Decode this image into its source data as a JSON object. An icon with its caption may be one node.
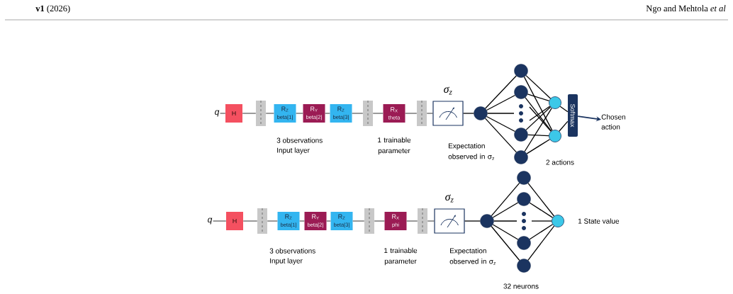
{
  "diagram": {
    "nodes": [
      {
        "text": [
          "q"
        ]
      },
      {
        "text": [
          "H"
        ]
      },
      {
        "text": [],
        "shape": "bar"
      },
      {
        "text": [
          "R$_{Z}$",
          "beta[1]"
        ]
      },
      {
        "text": [
          "R$_{Y}$",
          "beta[2]"
        ]
      },
      {
        "text": [
          "R$_{Z}$",
          "beta[3]"
        ]
      },
      {
        "text": [],
        "shape": "bar"
      },
      {
        "text": [
          "R$_{X}$",
          "theta"
        ]
      },
      {
        "text": [],
        "shape": "bar"
      },
      {
        "text": [],
        "shape": "box",
        "beside": [
          "σ$_{z}$"
        ]
      },
      {
        "text": [],
        "shape": "circle"
      },
      {
        "text": [],
        "shape": "circle"
      },
      {
        "text": [],
        "shape": "circle"
      },
      {
        "text": [],
        "shape": "circle"
      },
      {
        "text": [],
        "shape": "circle"
      },
      {
        "text": [],
        "shape": "circle"
      },
      {
        "text": [],
        "shape": "circle"
      },
      {
        "text": [
          "Softmax"
        ]
      },
      {
        "text": [
          "Chosen action"
        ]
      },
      {
        "text": [
          "q"
        ]
      },
      {
        "text": [
          "H"
        ]
      },
      {
        "text": [],
        "shape": "bar"
      },
      {
        "text": [
          "R$_{Z}$",
          "beta[1]"
        ]
      },
      {
        "text": [
          "R$_{Y}$",
          "beta[2]"
        ]
      },
      {
        "text": [
          "R$_{Z}$",
          "beta[3]"
        ]
      },
      {
        "text": [],
        "shape": "bar"
      },
      {
        "text": [
          "R$_{X}$",
          "phi"
        ]
      },
      {
        "text": [],
        "shape": "bar"
      },
      {
        "text": [],
        "shape": "box",
        "beside": [
          "σ$_{z}$"
        ]
      },
      {
        "text": [],
        "shape": "circle"
      },
      {
        "text": [],
        "shape": "circle"
      },
      {
        "text": [],
        "shape": "circle"
      },
      {
        "text": [],
        "shape": "circle"
      },
      {
        "text": [],
        "shape": "circle"
      },
      {
        "text": [],
        "shape": "circle",
        "beside": [
          "1 State value"
        ]
      }
    ],
    "edges": [
      {
        "from": 0,
        "to": 1,
        "arrow": "none"
      },
      {
        "from": 1,
        "to": 2,
        "arrow": "none"
      },
      {
        "from": 2,
        "to": 3,
        "arrow": "none"
      },
      {
        "from": 3,
        "to": 4,
        "arrow": "none"
      },
      {
        "from": 4,
        "to": 5,
        "arrow": "none"
      },
      {
        "from": 5,
        "to": 6,
        "arrow": "none"
      },
      {
        "from": 6,
        "to": 7,
        "arrow": "none"
      },
      {
        "from": 7,
        "to": 8,
        "arrow": "none"
      },
      {
        "from": 8,
        "to": 9,
        "arrow": "none"
      },
      {
        "from": 9,
        "to": 10,
        "arrow": "none"
      },
      {
        "from": 10,
        "to": 11,
        "arrow": "none"
      },
      {
        "from": 10,
        "to": 12,
        "arrow": "none"
      },
      {
        "from": 10,
        "to": 13,
        "arrow": "none"
      },
      {
        "from": 10,
        "to": 14,
        "arrow": "none"
      },
      {
        "from": 10,
        "to": null,
        "arrow": "none"
      },
      {
        "from": 11,
        "to": 15,
        "arrow": "none"
      },
      {
        "from": 11,
        "to": 16,
        "arrow": "none"
      },
      {
        "from": 12,
        "to": 15,
        "arrow": "none"
      },
      {
        "from": 12,
        "to": 16,
        "arrow": "none"
      },
      {
        "from": 13,
        "to": 15,
        "arrow": "none"
      },
      {
        "from": 13,
        "to": 16,
        "arrow": "none"
      },
      {
        "from": 14,
        "to": 15,
        "arrow": "none"
      },
      {
        "from": 14,
        "to": 16,
        "arrow": "none"
      },
      {
        "from": null,
        "to": 15,
        "arrow": "none"
      },
      {
        "from": null,
        "to": 16,
        "arrow": "none"
      },
      {
        "from": 15,
        "to": 17,
        "arrow": "none"
      },
      {
        "from": 16,
        "to": 17,
        "arrow": "none"
      },
      {
        "from": 17,
        "to": 18,
        "arrow": "to",
        "color": "#1b3460"
      },
      {
        "from": 19,
        "to": 20,
        "arrow": "none"
      },
      {
        "from": 20,
        "to": 21,
        "arrow": "none"
      },
      {
        "from": 21,
        "to": 22,
        "arrow": "none"
      },
      {
        "from": 22,
        "to": 23,
        "arrow": "none"
      },
      {
        "from": 23,
        "to": 24,
        "arrow": "none"
      },
      {
        "from": 24,
        "to": 25,
        "arrow": "none"
      },
      {
        "from": 25,
        "to": 26,
        "arrow": "none"
      },
      {
        "from": 26,
        "to": 27,
        "arrow": "none"
      },
      {
        "from": 27,
        "to": 28,
        "arrow": "none"
      },
      {
        "from": 28,
        "to": 29,
        "arrow": "none"
      },
      {
        "from": 29,
        "to": 30,
        "arrow": "none"
      },
      {
        "from": 29,
        "to": 31,
        "arrow": "none"
      },
      {
        "from": 29,
        "to": 32,
        "arrow": "none"
      },
      {
        "from": 29,
        "to": 33,
        "arrow": "none"
      },
      {
        "from": 29,
        "to": null,
        "arrow": "none"
      },
      {
        "from": 30,
        "to": 34,
        "arrow": "none"
      },
      {
        "from": 31,
        "to": 34,
        "arrow": "none"
      },
      {
        "from": 32,
        "to": 34,
        "arrow": "none"
      },
      {
        "from": 33,
        "to": 34,
        "arrow": "none"
      },
      {
        "from": null,
        "to": 34,
        "arrow": "none"
      }
    ],
    "labels": [
      "**v1** (2026)",
      "Ngo and Mehtola *et al*",
      "3 observations",
      "Input layer",
      "1 trainable parameter",
      "Expectation observed in σ$_{z}$",
      "2 actions",
      "3 observations",
      "Input layer",
      "1 trainable parameter",
      "Expectation observed in σ$_{z}$",
      "32 neurons"
    ]
  }
}
